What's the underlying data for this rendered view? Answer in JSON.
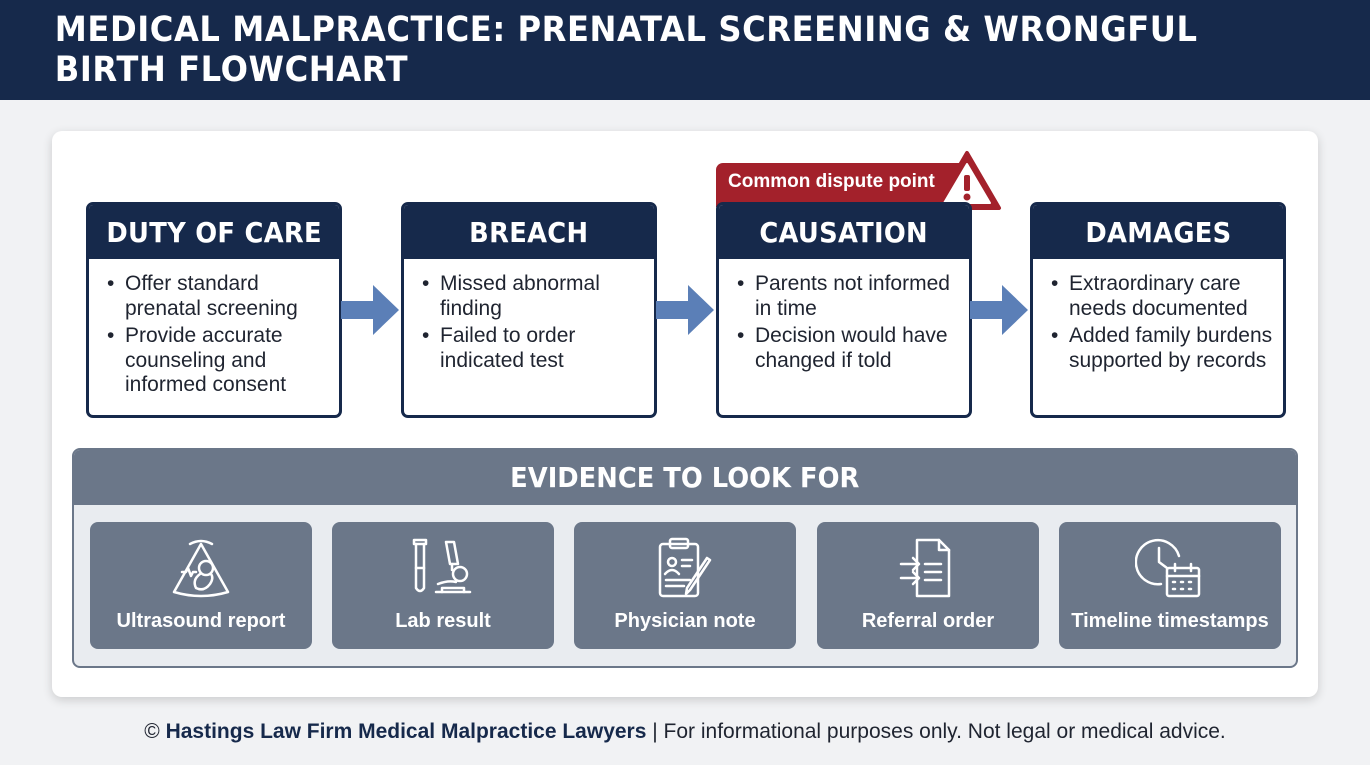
{
  "title": "MEDICAL MALPRACTICE: PRENATAL SCREENING & WRONGFUL BIRTH FLOWCHART",
  "steps": [
    {
      "heading": "DUTY OF CARE",
      "bullets": [
        "Offer standard prenatal screening",
        "Provide accurate counseling and informed consent"
      ]
    },
    {
      "heading": "BREACH",
      "bullets": [
        "Missed abnormal finding",
        "Failed to order indicated test"
      ]
    },
    {
      "heading": "CAUSATION",
      "bullets": [
        "Parents not informed in time",
        "Decision would have changed if told"
      ]
    },
    {
      "heading": "DAMAGES",
      "bullets": [
        "Extraordinary care needs documented",
        "Added family burdens supported by records"
      ]
    }
  ],
  "dispute_label": "Common dispute point",
  "evidence": {
    "heading": "EVIDENCE TO LOOK FOR",
    "items": [
      {
        "label": "Ultrasound report",
        "icon": "ultrasound-icon"
      },
      {
        "label": "Lab result",
        "icon": "lab-icon"
      },
      {
        "label": "Physician note",
        "icon": "clipboard-icon"
      },
      {
        "label": "Referral order",
        "icon": "referral-icon"
      },
      {
        "label": "Timeline timestamps",
        "icon": "clock-calendar-icon"
      }
    ]
  },
  "footer": {
    "copyright": "©",
    "firm": "Hastings Law Firm Medical Malpractice Lawyers",
    "disclaimer": "| For informational purposes only. Not legal or medical advice."
  },
  "colors": {
    "navy": "#16294b",
    "slate": "#6b7789",
    "arrow": "#5b7fb7",
    "alert": "#a3212b"
  }
}
